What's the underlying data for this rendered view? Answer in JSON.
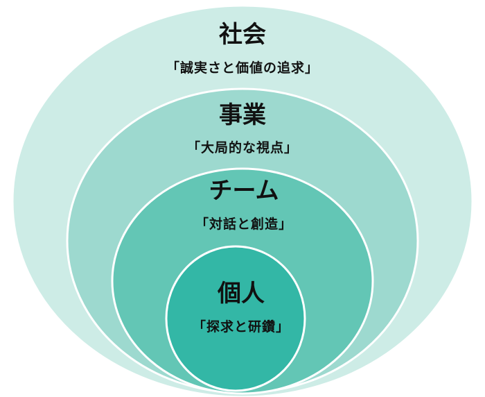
{
  "layers": [
    {
      "id": "society",
      "title": "社会",
      "subtitle": "「誠実さと価値の追求」",
      "color": "#cdece6"
    },
    {
      "id": "business",
      "title": "事業",
      "subtitle": "「大局的な視点」",
      "color": "#9dd9cf"
    },
    {
      "id": "team",
      "title": "チーム",
      "subtitle": "「対話と創造」",
      "color": "#63c6b5"
    },
    {
      "id": "individual",
      "title": "個人",
      "subtitle": "「探求と研鑽」",
      "color": "#33b7a6"
    }
  ]
}
